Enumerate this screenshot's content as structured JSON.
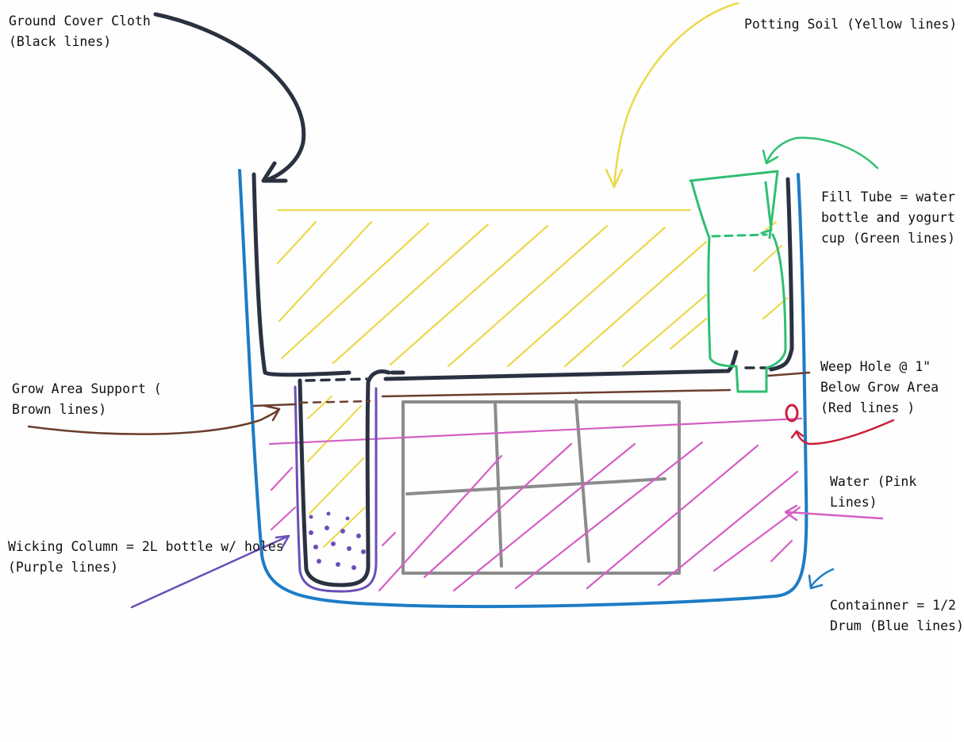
{
  "labels": {
    "ground_cover": {
      "line1": "Ground Cover Cloth",
      "line2": "(Black lines)"
    },
    "potting_soil": {
      "line1": "Potting Soil (Yellow lines)"
    },
    "fill_tube": {
      "line1": "Fill Tube = water",
      "line2": "bottle and yogurt",
      "line3": "cup (Green lines)"
    },
    "grow_area_support": {
      "line1": "Grow Area Support (",
      "line2": "Brown lines)"
    },
    "weep_hole": {
      "line1": "Weep Hole @ 1\"",
      "line2": "Below Grow Area",
      "line3": "(Red lines )"
    },
    "water": {
      "line1": "Water (Pink",
      "line2": "Lines)"
    },
    "wicking_column": {
      "line1": "Wicking Column = 2L bottle w/ holes",
      "line2": "(Purple lines)"
    },
    "container": {
      "line1": "Containner = 1/2",
      "line2": "Drum (Blue lines)"
    }
  },
  "colors": {
    "black": "#2a3140",
    "yellow": "#ecd94a",
    "green": "#2fbf74",
    "brown": "#6b3e2e",
    "red": "#c8203c",
    "pink": "#d45fc4",
    "purple": "#6a4fb8",
    "blue": "#1c7cc6",
    "gray": "#8b8b8b"
  }
}
